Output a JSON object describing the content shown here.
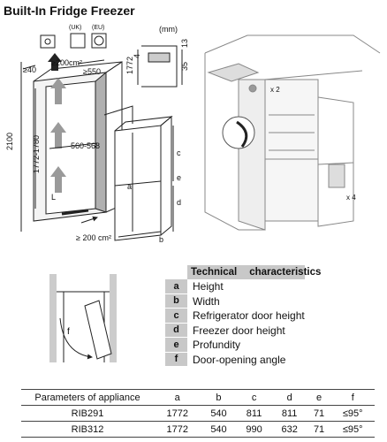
{
  "title": "Built-In Fridge Freezer",
  "diagram_left": {
    "unit": "(mm)",
    "ventilation_top": "≥200cm²",
    "ventilation_bottom": "≥ 200 cm²",
    "depth_min": "≥550",
    "side_gap": "≥40",
    "niche_height": "2100",
    "cabinet_height": "1772-1780",
    "niche_width": "560-568",
    "letter_L": "L",
    "letter_a": "a",
    "letter_b": "b",
    "letter_c": "c",
    "letter_d": "d",
    "letter_e": "e",
    "plug_uk": "(UK)",
    "plug_eu": "(EU)",
    "dim_1772": "1772",
    "dim_4": "4",
    "dim_35": "35",
    "dim_13": "13"
  },
  "diagram_right": {
    "qty_top": "x 2",
    "qty_side": "x 4"
  },
  "diagram_door": {
    "letter_f": "f"
  },
  "technical": {
    "header_1": "Technical",
    "header_2": "characteristics",
    "rows": [
      {
        "letter": "a",
        "label": "Height"
      },
      {
        "letter": "b",
        "label": "Width"
      },
      {
        "letter": "c",
        "label": "Refrigerator door height"
      },
      {
        "letter": "d",
        "label": "Freezer door height"
      },
      {
        "letter": "e",
        "label": "Profundity"
      },
      {
        "letter": "f",
        "label": "Door-opening angle"
      }
    ]
  },
  "params": {
    "headers": [
      "Parameters of appliance",
      "a",
      "b",
      "c",
      "d",
      "e",
      "f"
    ],
    "rows": [
      [
        "RIB291",
        "1772",
        "540",
        "811",
        "811",
        "71",
        "≤95°"
      ],
      [
        "RIB312",
        "1772",
        "540",
        "990",
        "632",
        "71",
        "≤95°"
      ]
    ]
  }
}
